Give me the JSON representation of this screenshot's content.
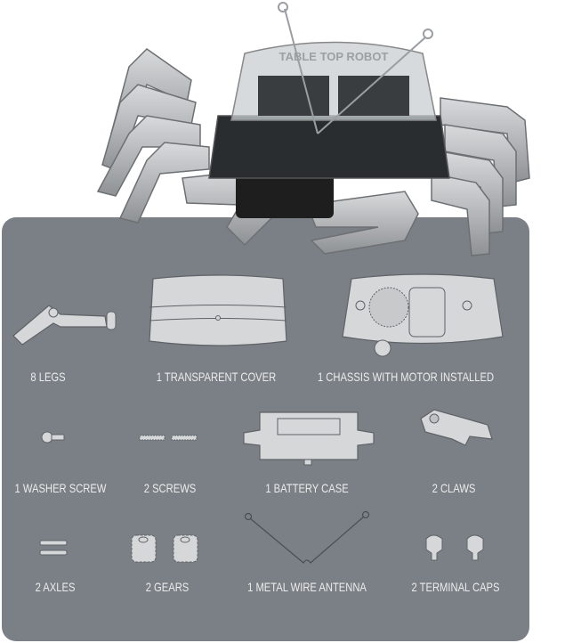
{
  "robot": {
    "cover_text": "TABLE TOP ROBOT"
  },
  "parts": [
    {
      "label": "8 LEGS",
      "icon": "leg"
    },
    {
      "label": "1 TRANSPARENT COVER",
      "icon": "cover"
    },
    {
      "label": "1 CHASSIS WITH MOTOR INSTALLED",
      "icon": "chassis"
    },
    {
      "label": "1 WASHER SCREW",
      "icon": "washer-screw"
    },
    {
      "label": "2 SCREWS",
      "icon": "screws"
    },
    {
      "label": "1 BATTERY CASE",
      "icon": "battery-case"
    },
    {
      "label": "2 CLAWS",
      "icon": "claw"
    },
    {
      "label": "2 AXLES",
      "icon": "axles"
    },
    {
      "label": "2 GEARS",
      "icon": "gears"
    },
    {
      "label": "1 METAL WIRE ANTENNA",
      "icon": "antenna"
    },
    {
      "label": "2 TERMINAL CAPS",
      "icon": "terminal-caps"
    }
  ],
  "colors": {
    "panel": "#7b8086",
    "label": "#ececec",
    "part_fill": "#d6d7d8",
    "part_stroke": "#5f6368"
  }
}
